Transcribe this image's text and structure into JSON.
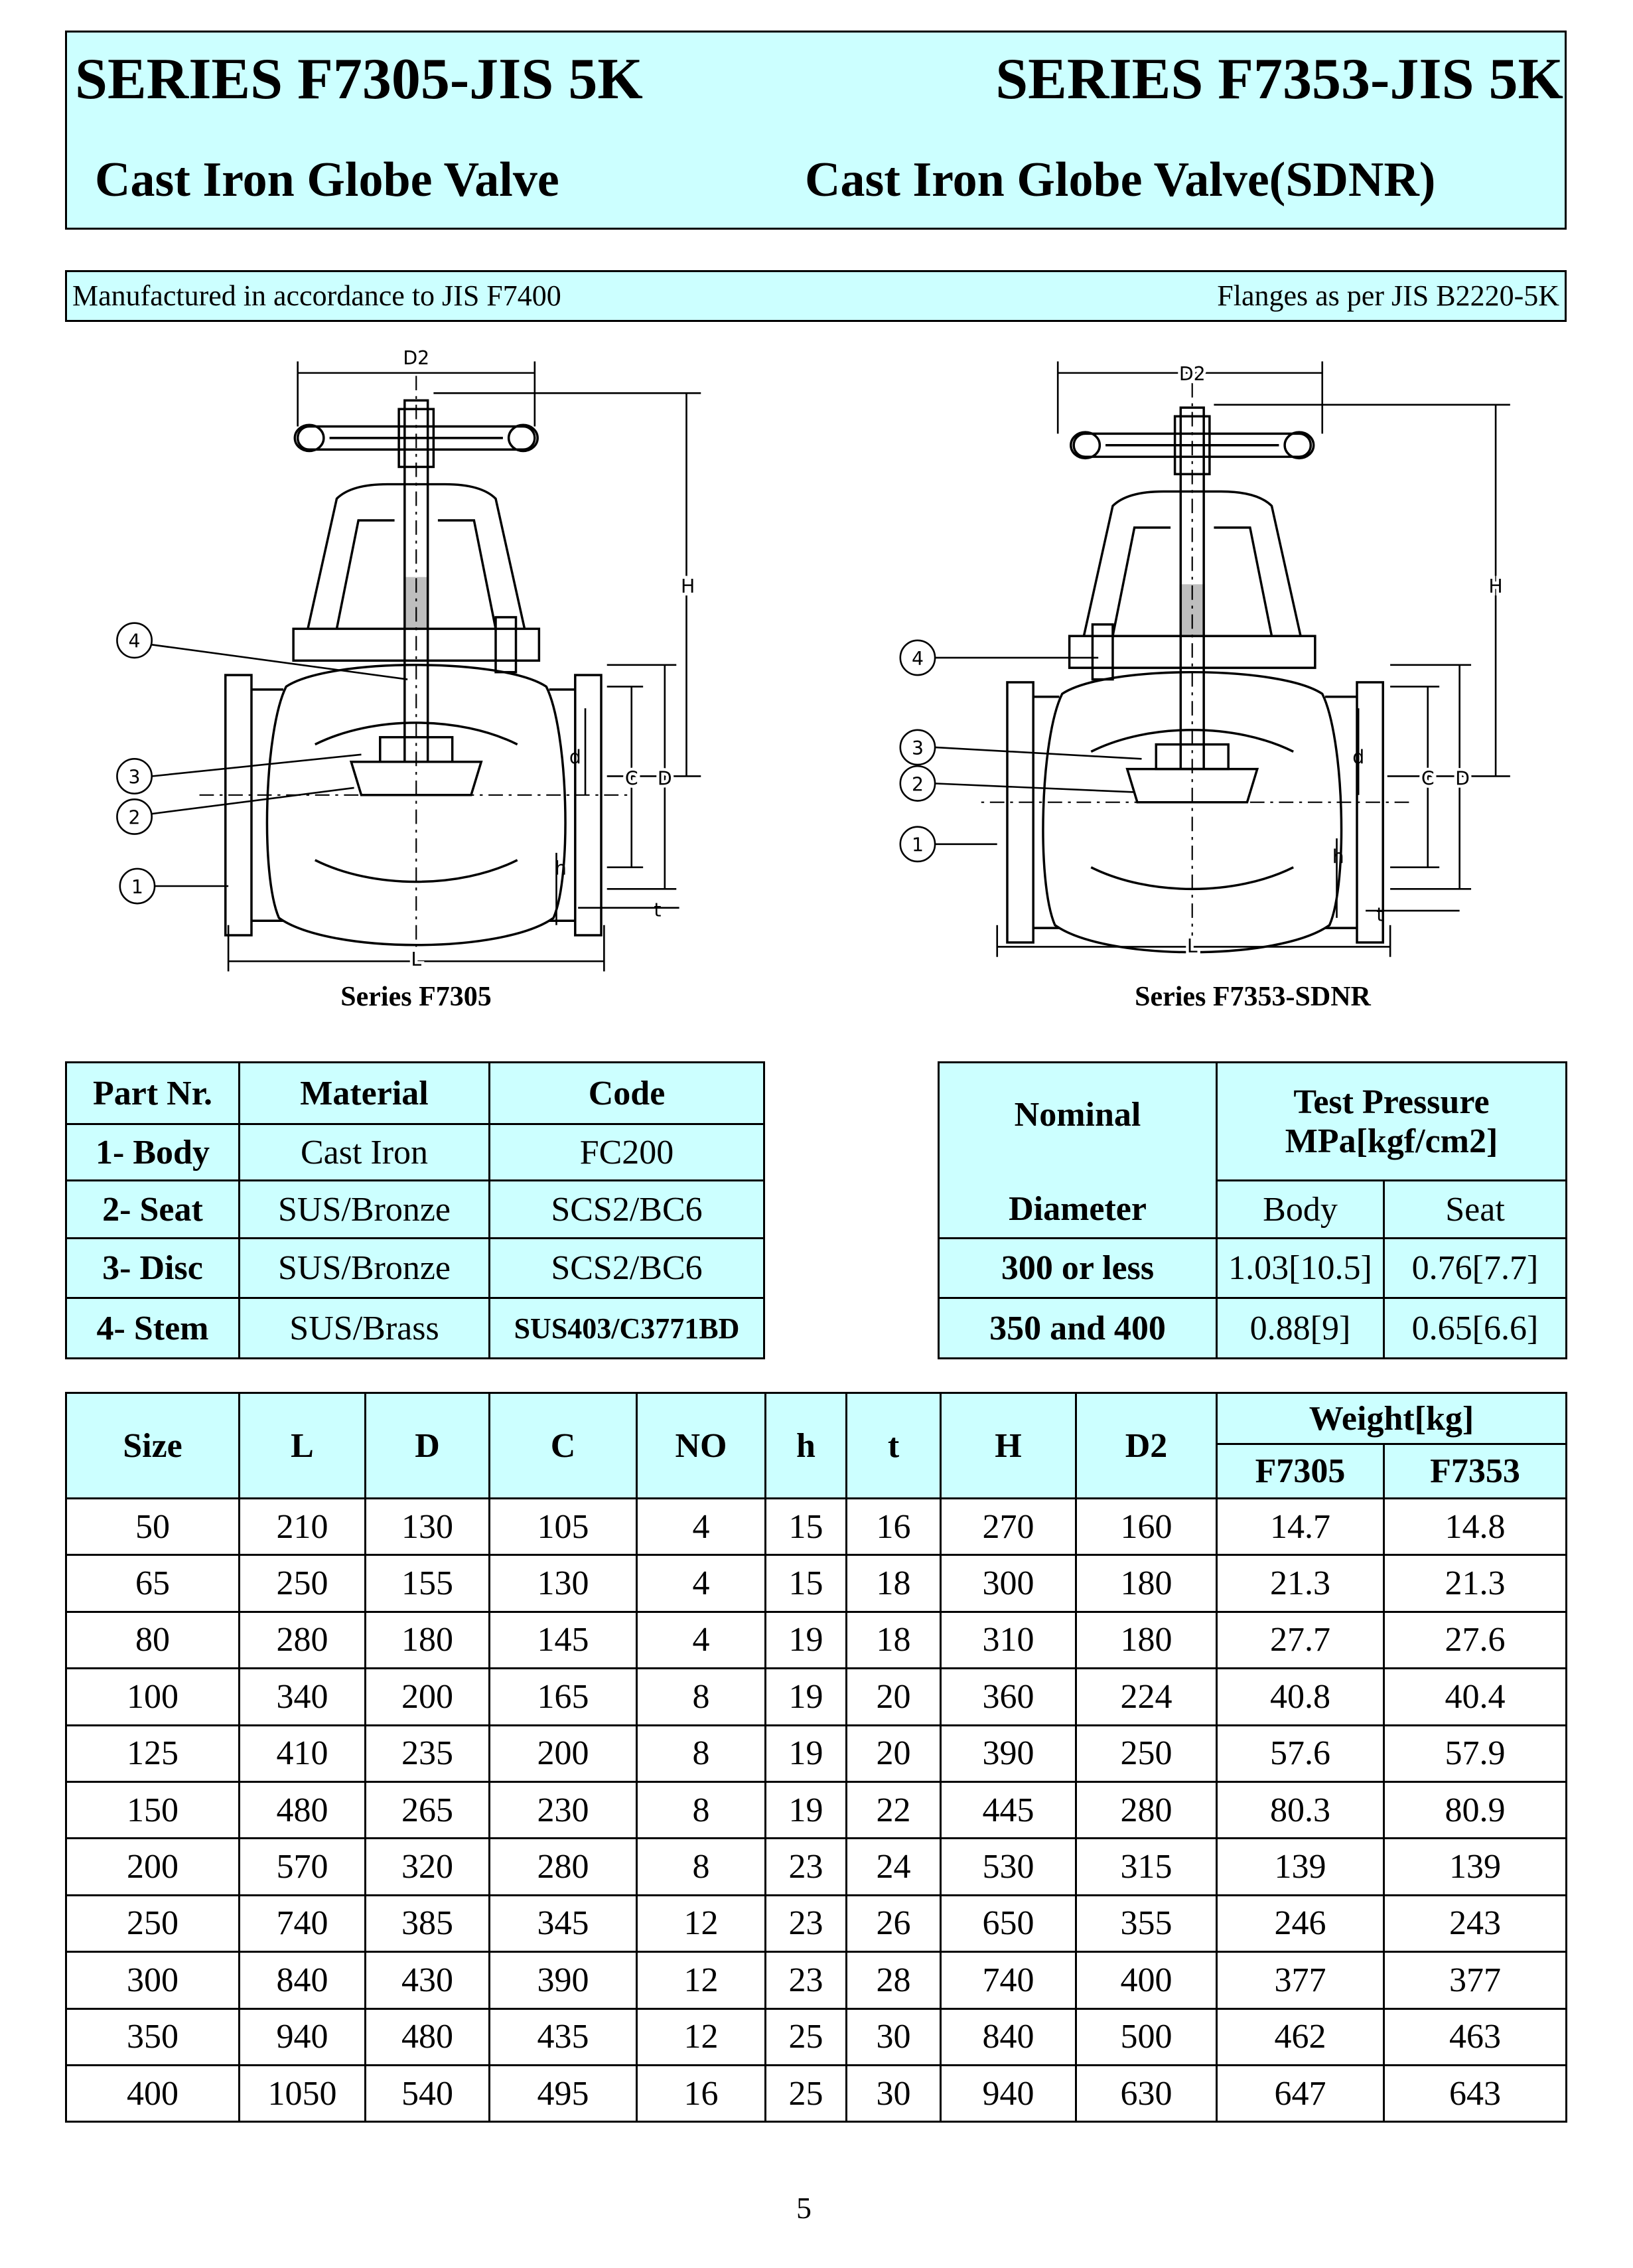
{
  "header": {
    "left_series": "SERIES F7305-JIS 5K",
    "right_series": "SERIES F7353-JIS 5K",
    "left_title": "Cast Iron Globe Valve",
    "right_title": "Cast Iron Globe Valve(SDNR)"
  },
  "subheader": {
    "left": "Manufactured in accordance to JIS F7400",
    "right": "Flanges as per JIS B2220-5K"
  },
  "drawings": {
    "labels": {
      "D2": "D2",
      "H": "H",
      "C": "C",
      "D": "D",
      "d": "d",
      "h": "h",
      "t": "t",
      "L": "L"
    },
    "callouts": [
      "1",
      "2",
      "3",
      "4"
    ],
    "captions": [
      "Series F7305",
      "Series F7353-SDNR"
    ]
  },
  "parts_table": {
    "headers": [
      "Part Nr.",
      "Material",
      "Code"
    ],
    "rows": [
      [
        "1- Body",
        "Cast Iron",
        "FC200"
      ],
      [
        "2- Seat",
        "SUS/Bronze",
        "SCS2/BC6"
      ],
      [
        "3- Disc",
        "SUS/Bronze",
        "SCS2/BC6"
      ],
      [
        "4- Stem",
        "SUS/Brass",
        "SUS403/C3771BD"
      ]
    ]
  },
  "pressure_table": {
    "nominal": "Nominal",
    "diameter": "Diameter",
    "test_pressure": "Test Pressure",
    "unit": "MPa[kgf/cm2]",
    "body": "Body",
    "seat": "Seat",
    "rows": [
      [
        "300 or  less",
        "1.03[10.5]",
        "0.76[7.7]"
      ],
      [
        "350 and 400",
        "0.88[9]",
        "0.65[6.6]"
      ]
    ]
  },
  "dimension_table": {
    "headers": [
      "Size",
      "L",
      "D",
      "C",
      "NO",
      "h",
      "t",
      "H",
      "D2"
    ],
    "weight_header": "Weight[kg]",
    "weight_subheaders": [
      "F7305",
      "F7353"
    ],
    "rows": [
      [
        "50",
        "210",
        "130",
        "105",
        "4",
        "15",
        "16",
        "270",
        "160",
        "14.7",
        "14.8"
      ],
      [
        "65",
        "250",
        "155",
        "130",
        "4",
        "15",
        "18",
        "300",
        "180",
        "21.3",
        "21.3"
      ],
      [
        "80",
        "280",
        "180",
        "145",
        "4",
        "19",
        "18",
        "310",
        "180",
        "27.7",
        "27.6"
      ],
      [
        "100",
        "340",
        "200",
        "165",
        "8",
        "19",
        "20",
        "360",
        "224",
        "40.8",
        "40.4"
      ],
      [
        "125",
        "410",
        "235",
        "200",
        "8",
        "19",
        "20",
        "390",
        "250",
        "57.6",
        "57.9"
      ],
      [
        "150",
        "480",
        "265",
        "230",
        "8",
        "19",
        "22",
        "445",
        "280",
        "80.3",
        "80.9"
      ],
      [
        "200",
        "570",
        "320",
        "280",
        "8",
        "23",
        "24",
        "530",
        "315",
        "139",
        "139"
      ],
      [
        "250",
        "740",
        "385",
        "345",
        "12",
        "23",
        "26",
        "650",
        "355",
        "246",
        "243"
      ],
      [
        "300",
        "840",
        "430",
        "390",
        "12",
        "23",
        "28",
        "740",
        "400",
        "377",
        "377"
      ],
      [
        "350",
        "940",
        "480",
        "435",
        "12",
        "25",
        "30",
        "840",
        "500",
        "462",
        "463"
      ],
      [
        "400",
        "1050",
        "540",
        "495",
        "16",
        "25",
        "30",
        "940",
        "630",
        "647",
        "643"
      ]
    ]
  },
  "page_number": "5"
}
